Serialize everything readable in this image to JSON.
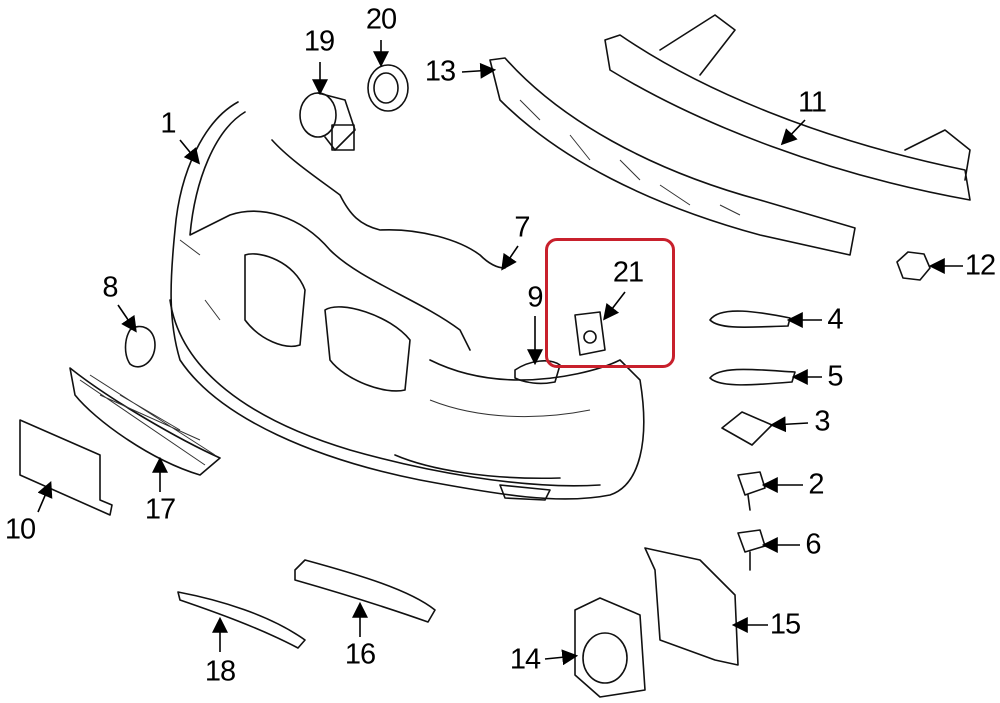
{
  "diagram": {
    "highlight_color": "#c8202c",
    "callouts": [
      {
        "id": "1",
        "label": "1"
      },
      {
        "id": "2",
        "label": "2"
      },
      {
        "id": "3",
        "label": "3"
      },
      {
        "id": "4",
        "label": "4"
      },
      {
        "id": "5",
        "label": "5"
      },
      {
        "id": "6",
        "label": "6"
      },
      {
        "id": "7",
        "label": "7"
      },
      {
        "id": "8",
        "label": "8"
      },
      {
        "id": "9",
        "label": "9"
      },
      {
        "id": "10",
        "label": "10"
      },
      {
        "id": "11",
        "label": "11"
      },
      {
        "id": "12",
        "label": "12"
      },
      {
        "id": "13",
        "label": "13"
      },
      {
        "id": "14",
        "label": "14"
      },
      {
        "id": "15",
        "label": "15"
      },
      {
        "id": "16",
        "label": "16"
      },
      {
        "id": "17",
        "label": "17"
      },
      {
        "id": "18",
        "label": "18"
      },
      {
        "id": "19",
        "label": "19"
      },
      {
        "id": "20",
        "label": "20"
      },
      {
        "id": "21",
        "label": "21"
      }
    ]
  }
}
